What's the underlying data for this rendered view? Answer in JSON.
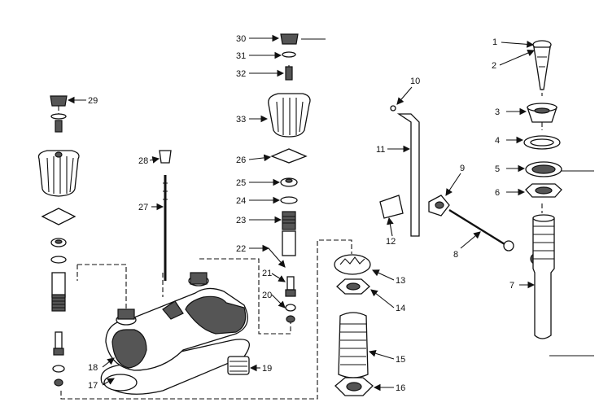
{
  "diagram": {
    "labels": [
      "1",
      "2",
      "3",
      "4",
      "5",
      "6",
      "7",
      "8",
      "9",
      "10",
      "11",
      "12",
      "13",
      "14",
      "15",
      "16",
      "17",
      "18",
      "19",
      "20",
      "21",
      "22",
      "23",
      "24",
      "25",
      "26",
      "27",
      "28",
      "29",
      "30",
      "31",
      "32",
      "33"
    ]
  }
}
